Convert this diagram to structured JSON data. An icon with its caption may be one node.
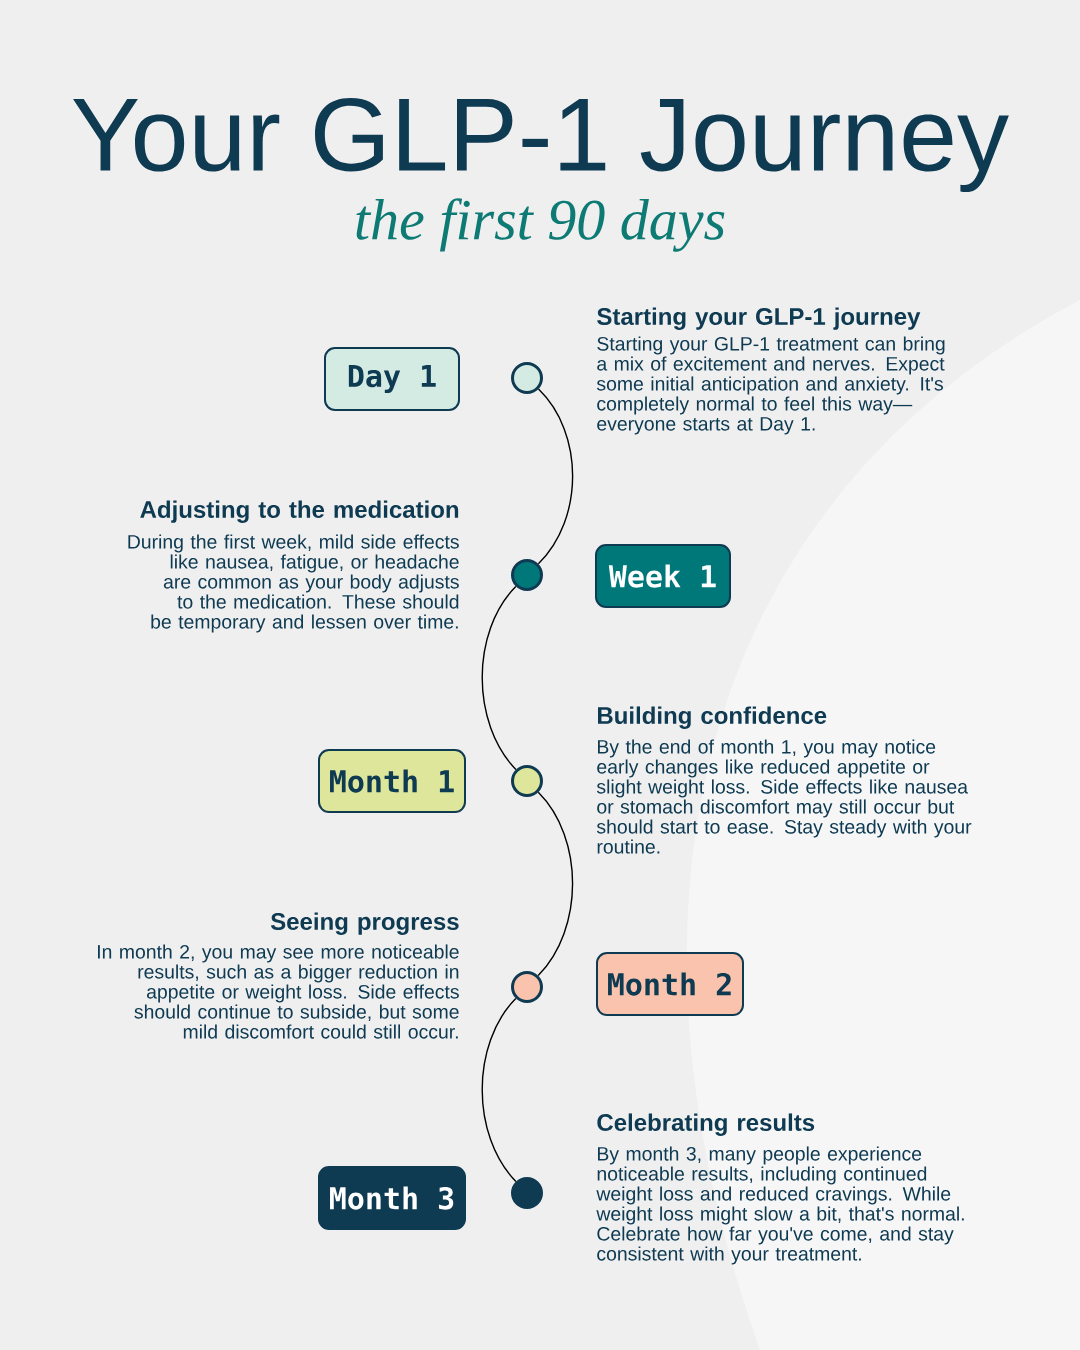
{
  "diagram": {
    "title": "Your GLP-1 Journey",
    "nodes": [
      {
        "text": [
          "Day 1"
        ]
      },
      {
        "text": [
          "Week 1"
        ]
      },
      {
        "text": [
          "Month 1"
        ]
      },
      {
        "text": [
          "Month 2"
        ]
      },
      {
        "text": [
          "Month 3"
        ]
      },
      {
        "text": [],
        "shape": "circle"
      },
      {
        "text": [],
        "shape": "circle"
      },
      {
        "text": [],
        "shape": "circle"
      },
      {
        "text": [],
        "shape": "circle"
      },
      {
        "text": [],
        "shape": "circle"
      }
    ],
    "edges": [
      {
        "from": 5,
        "to": 6,
        "arrow": "none"
      },
      {
        "from": 6,
        "to": 7,
        "arrow": "none"
      },
      {
        "from": 7,
        "to": 8,
        "arrow": "none"
      },
      {
        "from": 8,
        "to": 9,
        "arrow": "none"
      }
    ],
    "labels": [
      "the first 90 days",
      "Starting your GLP-1 journey",
      "Starting your GLP-1 treatment can bring a mix of excitement and nerves. Expect some initial anticipation and anxiety. It's completely normal to feel this way—everyone starts at Day 1.",
      "Adjusting to the medication",
      "During the first week, mild side effects like nausea, fatigue, or headache are common as your body adjusts to the medication. These should be temporary and lessen over time.",
      "Building confidence",
      "By the end of month 1, you may notice early changes like reduced appetite or slight weight loss. Side effects like nausea or stomach discomfort may still occur but should start to ease. Stay steady with your routine.",
      "Seeing progress",
      "In month 2, you may see more noticeable results, such as a bigger reduction in appetite or weight loss. Side effects should continue to subside, but some mild discomfort could still occur.",
      "Celebrating results",
      "By month 3, many people experience noticeable results, including continued weight loss and reduced cravings. While weight loss might slow a bit, that's normal. Celebrate how far you've come, and stay consistent with your treatment."
    ]
  }
}
